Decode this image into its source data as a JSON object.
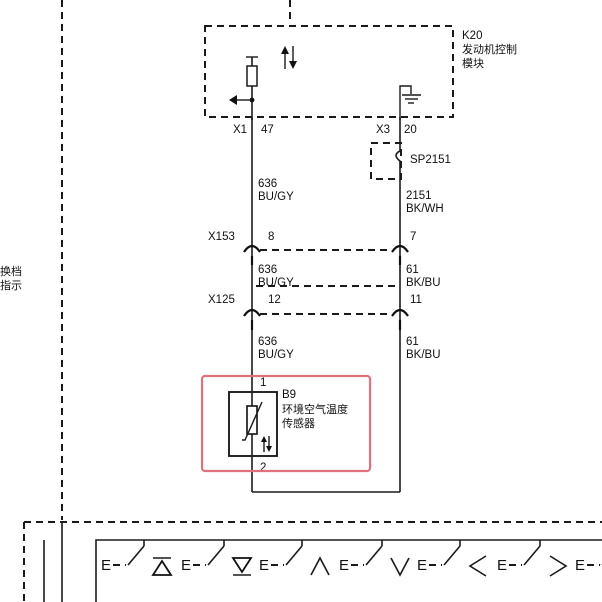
{
  "left_fragment": {
    "line1": "换档",
    "line2": "指示"
  },
  "module": {
    "id": "K20",
    "name_line1": "发动机控制",
    "name_line2": "模块"
  },
  "connectors": {
    "x1": {
      "name": "X1",
      "pin": "47"
    },
    "x3": {
      "name": "X3",
      "pin": "20"
    },
    "x153": {
      "name": "X153",
      "pin_left": "8",
      "pin_right": "7"
    },
    "x125": {
      "name": "X125",
      "pin_left": "12",
      "pin_right": "11"
    }
  },
  "splice": {
    "id": "SP2151"
  },
  "wires": {
    "left_seg1": {
      "circuit": "636",
      "color": "BU/GY"
    },
    "right_seg1": {
      "circuit": "2151",
      "color": "BK/WH"
    },
    "left_seg2": {
      "circuit": "636",
      "color": "BU/GY"
    },
    "right_seg2": {
      "circuit": "61",
      "color": "BK/BU"
    },
    "left_seg3": {
      "circuit": "636",
      "color": "BU/GY"
    },
    "right_seg3": {
      "circuit": "61",
      "color": "BK/BU"
    }
  },
  "sensor": {
    "id": "B9",
    "name_line1": "环境空气温度",
    "name_line2": "传感器",
    "pin_top": "1",
    "pin_bottom": "2"
  },
  "highlight_color": "#e0707a",
  "bottom_labels": [
    "E",
    "E",
    "E",
    "E",
    "E",
    "E",
    "E"
  ]
}
